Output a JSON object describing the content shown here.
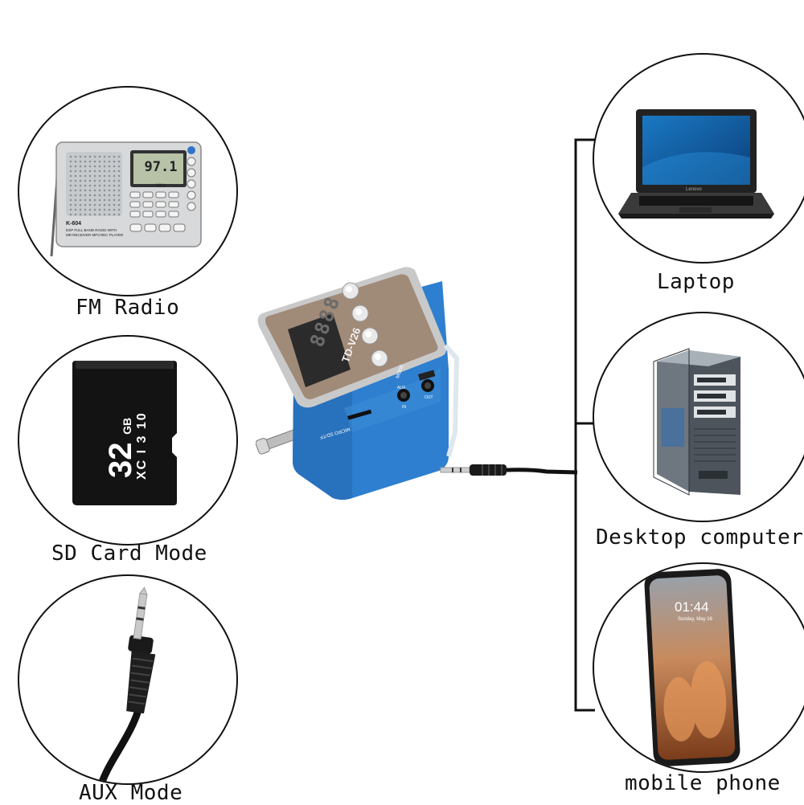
{
  "modes": [
    {
      "label": "FM Radio"
    },
    {
      "label": "SD Card Mode"
    },
    {
      "label": "AUX Mode"
    }
  ],
  "devices": [
    {
      "label": "Laptop"
    },
    {
      "label": "Desktop computer"
    },
    {
      "label": "mobile phone"
    }
  ],
  "radio": {
    "frequency": "97.1",
    "unit": "MHz",
    "model": "K-604",
    "desc_line1": "DSP FULL BAND RADIO WITH",
    "desc_line2": "MR RECEIVER MP3 REC PLAYER"
  },
  "sd_card": {
    "capacity": "32",
    "unit": "GB",
    "class_marks": "XC I 3 10"
  },
  "speaker": {
    "model": "TD-V26",
    "display": "8888",
    "mode_label": "MODE",
    "slot_label": "MICRO SD/TF",
    "port_aux": "AUX",
    "port_in": "IN",
    "port_out": "OUT",
    "body_color": "#2e7fcf",
    "panel_color": "#a08a78"
  },
  "laptop": {
    "brand": "Lenovo"
  },
  "phone": {
    "time": "01:44",
    "date": "Sunday, May 16"
  }
}
